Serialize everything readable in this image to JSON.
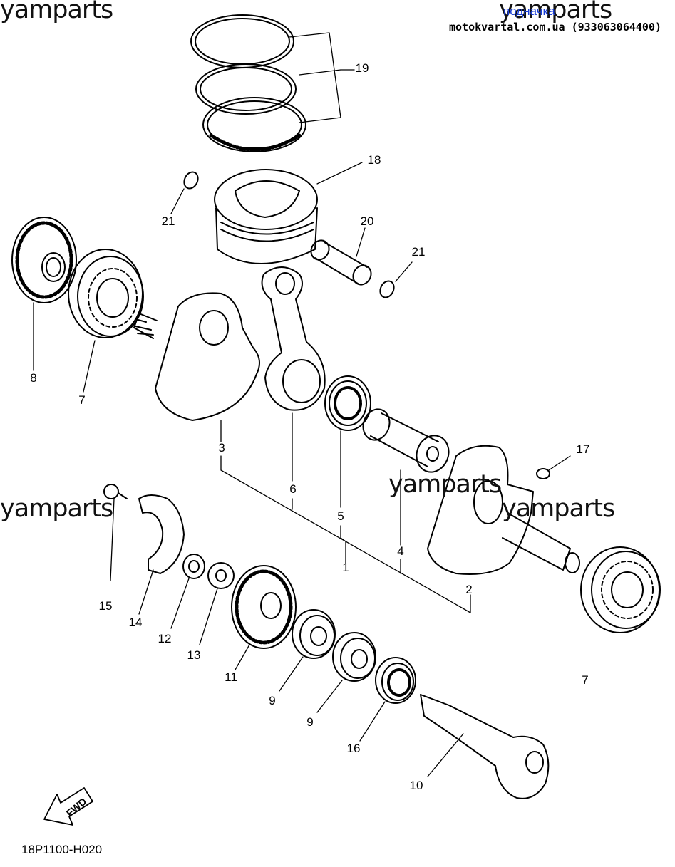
{
  "watermark": "yamparts",
  "site": {
    "link_text": "подначка",
    "info_text": "motokvartal.com.ua (933063064400)"
  },
  "diagram_code": "18P1100-H020",
  "fwd_label": "FWD",
  "callouts": [
    "19",
    "18",
    "21",
    "20",
    "21",
    "8",
    "7",
    "3",
    "6",
    "5",
    "4",
    "17",
    "1",
    "2",
    "7",
    "15",
    "14",
    "12",
    "13",
    "11",
    "9",
    "9",
    "16",
    "10"
  ],
  "colors": {
    "line": "#000000",
    "link": "#1a3fd8",
    "background": "#ffffff"
  }
}
